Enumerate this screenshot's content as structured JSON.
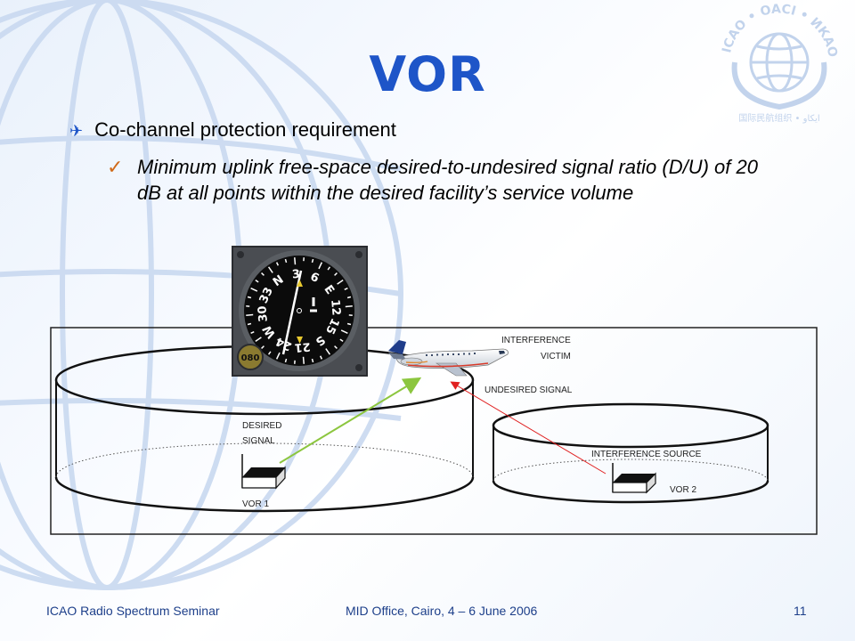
{
  "slide": {
    "title": "VOR",
    "bullet_1": "Co-channel protection requirement",
    "bullet_2": "Minimum uplink free-space desired-to-undesired signal ratio (D/U) of 20 dB at all points within the desired facility’s service volume"
  },
  "logo": {
    "arc_text": "ICAO • OACI • ИКАО",
    "lower_text": "国际民航组织 • ايكاو"
  },
  "diagram": {
    "labels": {
      "interference": "INTERFERENCE",
      "victim": "VICTIM",
      "undesired_signal": "UNDESIRED  SIGNAL",
      "desired": "DESIRED",
      "signal": "SIGNAL",
      "interference_source": "INTERFERENCE  SOURCE",
      "vor1": "VOR 1",
      "vor2": "VOR 2"
    },
    "instrument": {
      "compass_letters": [
        "N",
        "3",
        "6",
        "E",
        "12",
        "15",
        "S",
        "21",
        "24",
        "W",
        "30",
        "33"
      ],
      "course_value": "080"
    },
    "colors": {
      "desired_arrow": "#8cc63f",
      "undesired_arrow": "#e02020"
    }
  },
  "footer": {
    "left": "ICAO Radio Spectrum Seminar",
    "center": "MID Office, Cairo, 4 – 6 June 2006",
    "page": "11"
  }
}
